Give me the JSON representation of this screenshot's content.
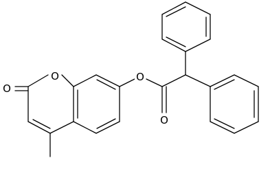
{
  "molecule": {
    "atom_labels": {
      "carbonyl_oxygen_lactone": "O",
      "ring_oxygen": "O",
      "ester_oxygen": "O",
      "ester_carbonyl_oxygen": "O"
    },
    "colors": {
      "bond": "#000000",
      "background": "#ffffff"
    }
  }
}
